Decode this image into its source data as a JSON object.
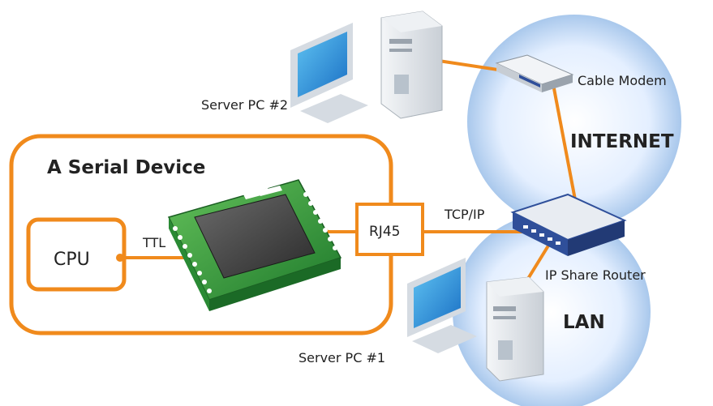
{
  "labels": {
    "serial_device_title": "A Serial Device",
    "cpu": "CPU",
    "ttl": "TTL",
    "rj45": "RJ45",
    "tcp_ip": "TCP/IP",
    "internet": "INTERNET",
    "lan": "LAN",
    "cable_modem": "Cable Modem",
    "ip_share_router": "IP Share Router",
    "server_pc_1": "Server PC #1",
    "server_pc_2": "Server PC #2"
  },
  "colors": {
    "orange": "#f08a1c",
    "cloud_blue": "#a9c8ec",
    "chip_green": "#2f9a3a",
    "router_blue": "#2f4f9a"
  }
}
